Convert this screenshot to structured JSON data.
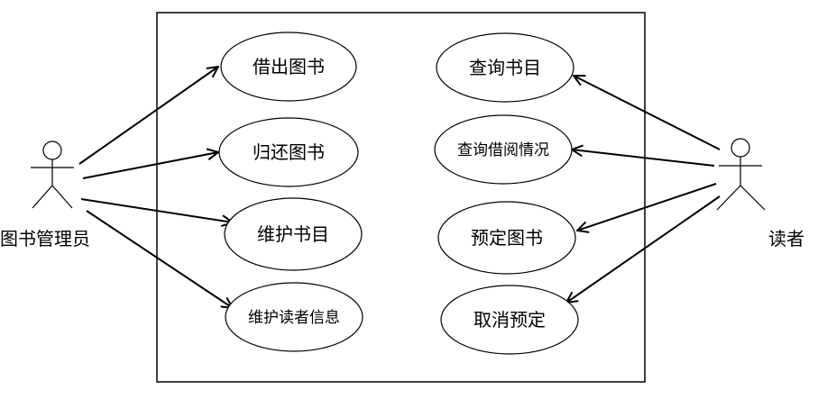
{
  "actors": {
    "librarian": {
      "name": "图书管理员"
    },
    "reader": {
      "name": "读者"
    }
  },
  "use_cases": {
    "borrow_book": "借出图书",
    "return_book": "归还图书",
    "maintain_catalog": "维护书目",
    "maintain_reader_info": "维护读者信息",
    "query_catalog": "查询书目",
    "query_borrow_status": "查询借阅情况",
    "reserve_book": "预定图书",
    "cancel_reservation": "取消预定"
  },
  "associations": [
    {
      "from": "librarian",
      "to": "borrow_book"
    },
    {
      "from": "librarian",
      "to": "return_book"
    },
    {
      "from": "librarian",
      "to": "maintain_catalog"
    },
    {
      "from": "librarian",
      "to": "maintain_reader_info"
    },
    {
      "from": "reader",
      "to": "query_catalog"
    },
    {
      "from": "reader",
      "to": "query_borrow_status"
    },
    {
      "from": "reader",
      "to": "reserve_book"
    },
    {
      "from": "reader",
      "to": "cancel_reservation"
    }
  ]
}
